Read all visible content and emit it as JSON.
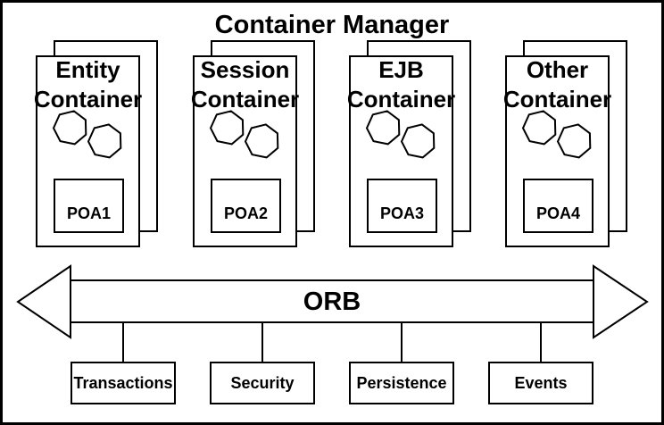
{
  "diagram": {
    "title": "Container Manager",
    "containers": [
      {
        "name_line1": "Entity",
        "name_line2": "Container",
        "poa": "POA1"
      },
      {
        "name_line1": "Session",
        "name_line2": "Container",
        "poa": "POA2"
      },
      {
        "name_line1": "EJB",
        "name_line2": "Container",
        "poa": "POA3"
      },
      {
        "name_line1": "Other",
        "name_line2": "Container",
        "poa": "POA4"
      }
    ],
    "bus": {
      "label": "ORB"
    },
    "services": [
      {
        "label": "Transactions"
      },
      {
        "label": "Security"
      },
      {
        "label": "Persistence"
      },
      {
        "label": "Events"
      }
    ],
    "colors": {
      "stroke": "#000000",
      "background": "#ffffff"
    }
  }
}
